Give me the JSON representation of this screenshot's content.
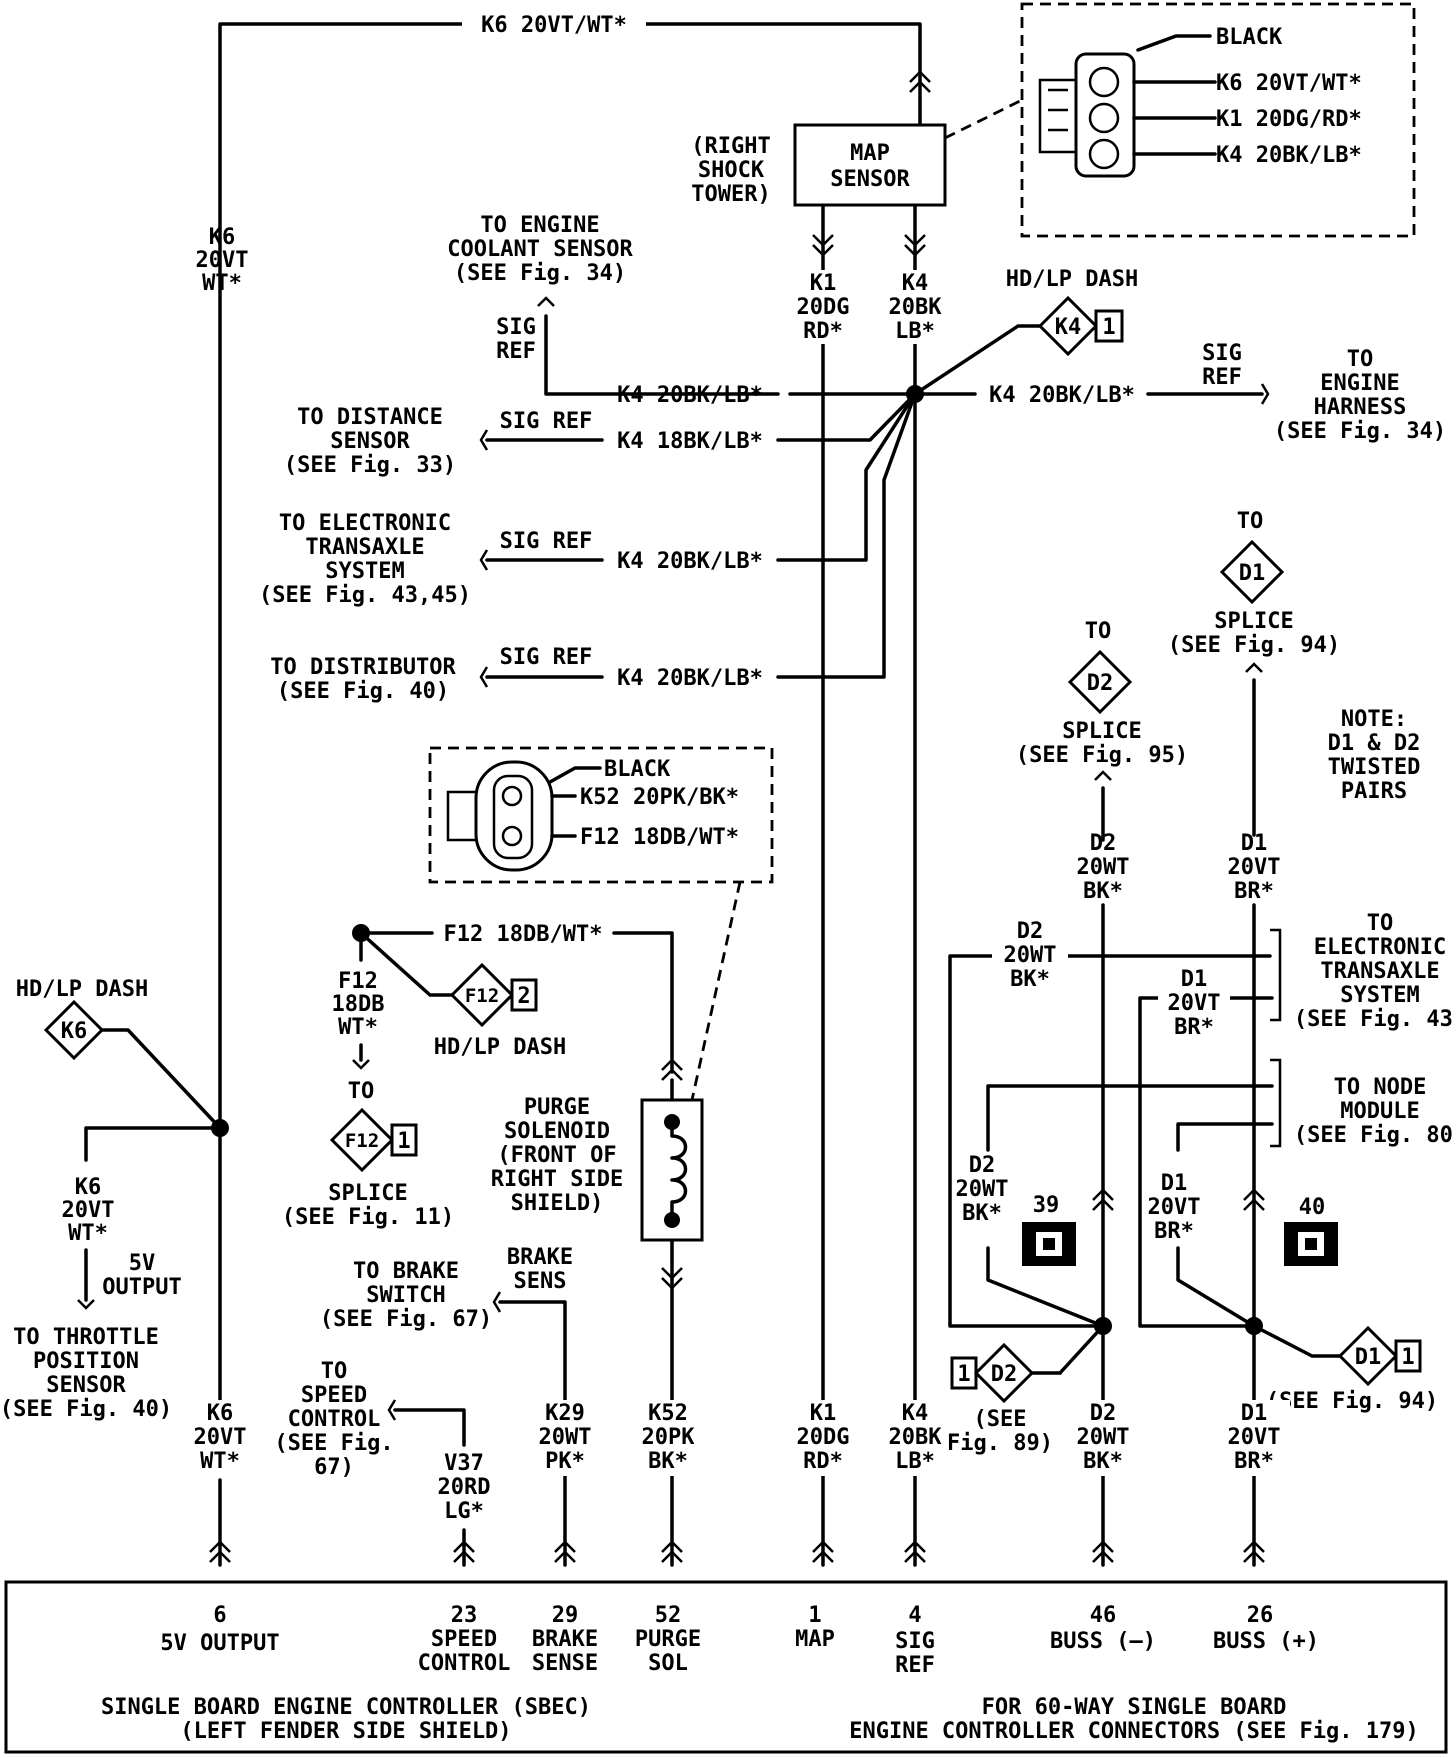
{
  "top_wire": {
    "label": "K6 20VT/WT*"
  },
  "left_vertical": {
    "lines": [
      "K6",
      "20VT",
      "WT*"
    ]
  },
  "map_sensor": {
    "location": [
      "(RIGHT",
      "SHOCK",
      "TOWER)"
    ],
    "name": [
      "MAP",
      "SENSOR"
    ],
    "connector": {
      "color": "BLACK",
      "pins": [
        "K6 20VT/WT*",
        "K1 20DG/RD*",
        "K4 20BK/LB*"
      ]
    },
    "k1_lines": [
      "K1",
      "20DG",
      "RD*"
    ],
    "k4_lines": [
      "K4",
      "20BK",
      "LB*"
    ]
  },
  "k4_dash": {
    "title": "HD/LP DASH",
    "id": "K4",
    "pin": "1"
  },
  "engine_coolant": {
    "lines": [
      "TO ENGINE",
      "COOLANT SENSOR",
      "(SEE Fig. 34)"
    ],
    "sig": [
      "SIG",
      "REF"
    ],
    "wire": "K4 20BK/LB*"
  },
  "engine_harness": {
    "lines": [
      "TO",
      "ENGINE",
      "HARNESS",
      "(SEE Fig. 34)"
    ],
    "sig": [
      "SIG",
      "REF"
    ],
    "wire": "K4 20BK/LB*"
  },
  "distance_sensor": {
    "lines": [
      "TO DISTANCE",
      "SENSOR",
      "(SEE Fig. 33)"
    ],
    "sig": "SIG REF",
    "wire": "K4 18BK/LB*"
  },
  "transaxle_left": {
    "lines": [
      "TO ELECTRONIC",
      "TRANSAXLE",
      "SYSTEM",
      "(SEE Fig. 43,45)"
    ],
    "sig": "SIG REF",
    "wire": "K4 20BK/LB*"
  },
  "distributor": {
    "lines": [
      "TO DISTRIBUTOR",
      "(SEE Fig. 40)"
    ],
    "sig": "SIG REF",
    "wire": "K4 20BK/LB*"
  },
  "purge_connector": {
    "color": "BLACK",
    "pins": [
      "K52 20PK/BK*",
      "F12 18DB/WT*"
    ]
  },
  "f12": {
    "wire": "F12 18DB/WT*",
    "vlines": [
      "F12",
      "18DB",
      "WT*"
    ],
    "dash_id": "F12",
    "dash_pin": "2",
    "dash_label": "HD/LP DASH",
    "to": "TO",
    "splice_id": "F12",
    "splice_pin": "1",
    "splice_lines": [
      "SPLICE",
      "(SEE Fig. 11)"
    ]
  },
  "purge_solenoid": {
    "lines": [
      "PURGE",
      "SOLENOID",
      "(FRONT OF",
      "RIGHT SIDE",
      "SHIELD)"
    ]
  },
  "k6_dash": {
    "title": "HD/LP DASH",
    "id": "K6"
  },
  "throttle": {
    "wire": [
      "K6",
      "20VT",
      "WT*"
    ],
    "output": [
      "5V",
      "OUTPUT"
    ],
    "lines": [
      "TO THROTTLE",
      "POSITION",
      "SENSOR",
      "(SEE Fig. 40)"
    ]
  },
  "brake": {
    "lines": [
      "TO BRAKE",
      "SWITCH",
      "(SEE Fig. 67)"
    ],
    "sens": [
      "BRAKE",
      "SENS"
    ]
  },
  "speed": {
    "lines": [
      "TO",
      "SPEED",
      "CONTROL",
      "(SEE Fig.",
      "67)"
    ]
  },
  "d2_splice": {
    "to": "TO",
    "id": "D2",
    "lines": [
      "SPLICE",
      "(SEE Fig. 95)"
    ],
    "wire": [
      "D2",
      "20WT",
      "BK*"
    ]
  },
  "d1_splice": {
    "to": "TO",
    "id": "D1",
    "lines": [
      "SPLICE",
      "(SEE Fig. 94)"
    ],
    "wire": [
      "D1",
      "20VT",
      "BR*"
    ]
  },
  "note": {
    "lines": [
      "NOTE:",
      "D1 & D2",
      "TWISTED",
      "PAIRS"
    ]
  },
  "transaxle_right": {
    "lines": [
      "TO",
      "ELECTRONIC",
      "TRANSAXLE",
      "SYSTEM",
      "(SEE Fig. 43)"
    ],
    "d2": [
      "D2",
      "20WT",
      "BK*"
    ],
    "d1": [
      "D1",
      "20VT",
      "BR*"
    ]
  },
  "node_module": {
    "lines": [
      "TO NODE",
      "MODULE",
      "(SEE Fig. 80)"
    ],
    "d2": [
      "D2",
      "20WT",
      "BK*"
    ],
    "d1": [
      "D1",
      "20VT",
      "BR*"
    ],
    "pin_a": "39",
    "pin_b": "40"
  },
  "d2_lower": {
    "pin": "1",
    "id": "D2",
    "see": [
      "(SEE",
      "Fig. 89)"
    ]
  },
  "d1_lower": {
    "id": "D1",
    "pin": "1",
    "see": "(SEE Fig. 94)"
  },
  "bottom_wires": [
    {
      "id": "k6",
      "lines": [
        "K6",
        "20VT",
        "WT*"
      ]
    },
    {
      "id": "v37",
      "lines": [
        "V37",
        "20RD",
        "LG*"
      ]
    },
    {
      "id": "k29",
      "lines": [
        "K29",
        "20WT",
        "PK*"
      ]
    },
    {
      "id": "k52",
      "lines": [
        "K52",
        "20PK",
        "BK*"
      ]
    },
    {
      "id": "k1",
      "lines": [
        "K1",
        "20DG",
        "RD*"
      ]
    },
    {
      "id": "k4",
      "lines": [
        "K4",
        "20BK",
        "LB*"
      ]
    },
    {
      "id": "d2",
      "lines": [
        "D2",
        "20WT",
        "BK*"
      ]
    },
    {
      "id": "d1",
      "lines": [
        "D1",
        "20VT",
        "BR*"
      ]
    }
  ],
  "controller": {
    "pins": [
      {
        "num": "6",
        "lines": [
          "5V OUTPUT"
        ]
      },
      {
        "num": "23",
        "lines": [
          "SPEED",
          "CONTROL"
        ]
      },
      {
        "num": "29",
        "lines": [
          "BRAKE",
          "SENSE"
        ]
      },
      {
        "num": "52",
        "lines": [
          "PURGE",
          "SOL"
        ]
      },
      {
        "num": "1",
        "lines": [
          "MAP"
        ]
      },
      {
        "num": "4",
        "lines": [
          "SIG",
          "REF"
        ]
      },
      {
        "num": "46",
        "lines": [
          "BUSS (—)"
        ]
      },
      {
        "num": "26",
        "lines": [
          "BUSS (+)"
        ]
      }
    ],
    "name": [
      "SINGLE BOARD ENGINE CONTROLLER (SBEC)",
      "(LEFT FENDER SIDE SHIELD)"
    ],
    "note": [
      "FOR 60-WAY SINGLE BOARD",
      "ENGINE CONTROLLER CONNECTORS (SEE Fig. 179)"
    ]
  }
}
